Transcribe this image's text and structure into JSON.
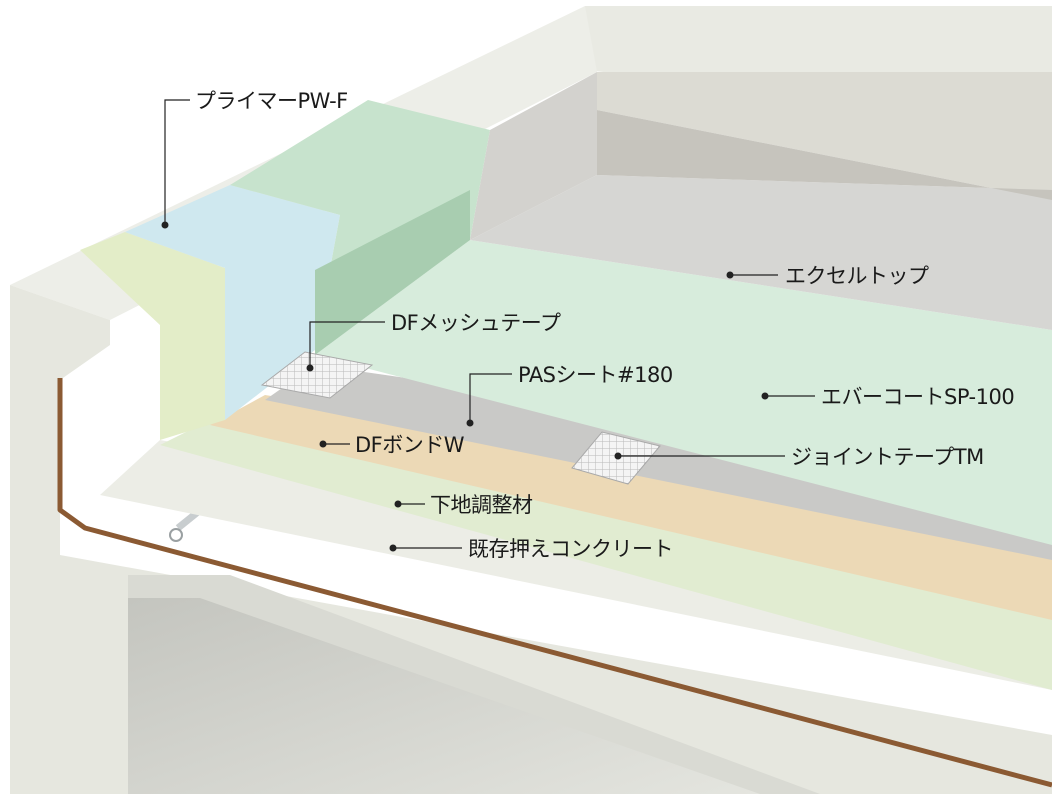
{
  "labels": {
    "primer": "プライマーPW-F",
    "excel_top": "エクセルトップ",
    "mesh_tape": "DFメッシュテープ",
    "pas_sheet": "PASシート#180",
    "ever_coat": "エバーコートSP-100",
    "bond": "DFボンドW",
    "joint_tape": "ジョイントテープTM",
    "base": "下地調整材",
    "concrete": "既存押えコンクリート"
  },
  "colors": {
    "topcoat": "#d6d6d3",
    "topcoat_wall": "#c6c4bd",
    "evercoat": "#d7ecdc",
    "evercoat_wall": "#a8cdb0",
    "pas_sheet": "#c9c9c7",
    "bond": "#ecd9b6",
    "base": "#e1ecd1",
    "primer": "#cfe8ef",
    "primer_band": "#e3edc8",
    "concrete": "#ecede6",
    "drain": "#8b5a33",
    "mesh": "#ffffff"
  }
}
